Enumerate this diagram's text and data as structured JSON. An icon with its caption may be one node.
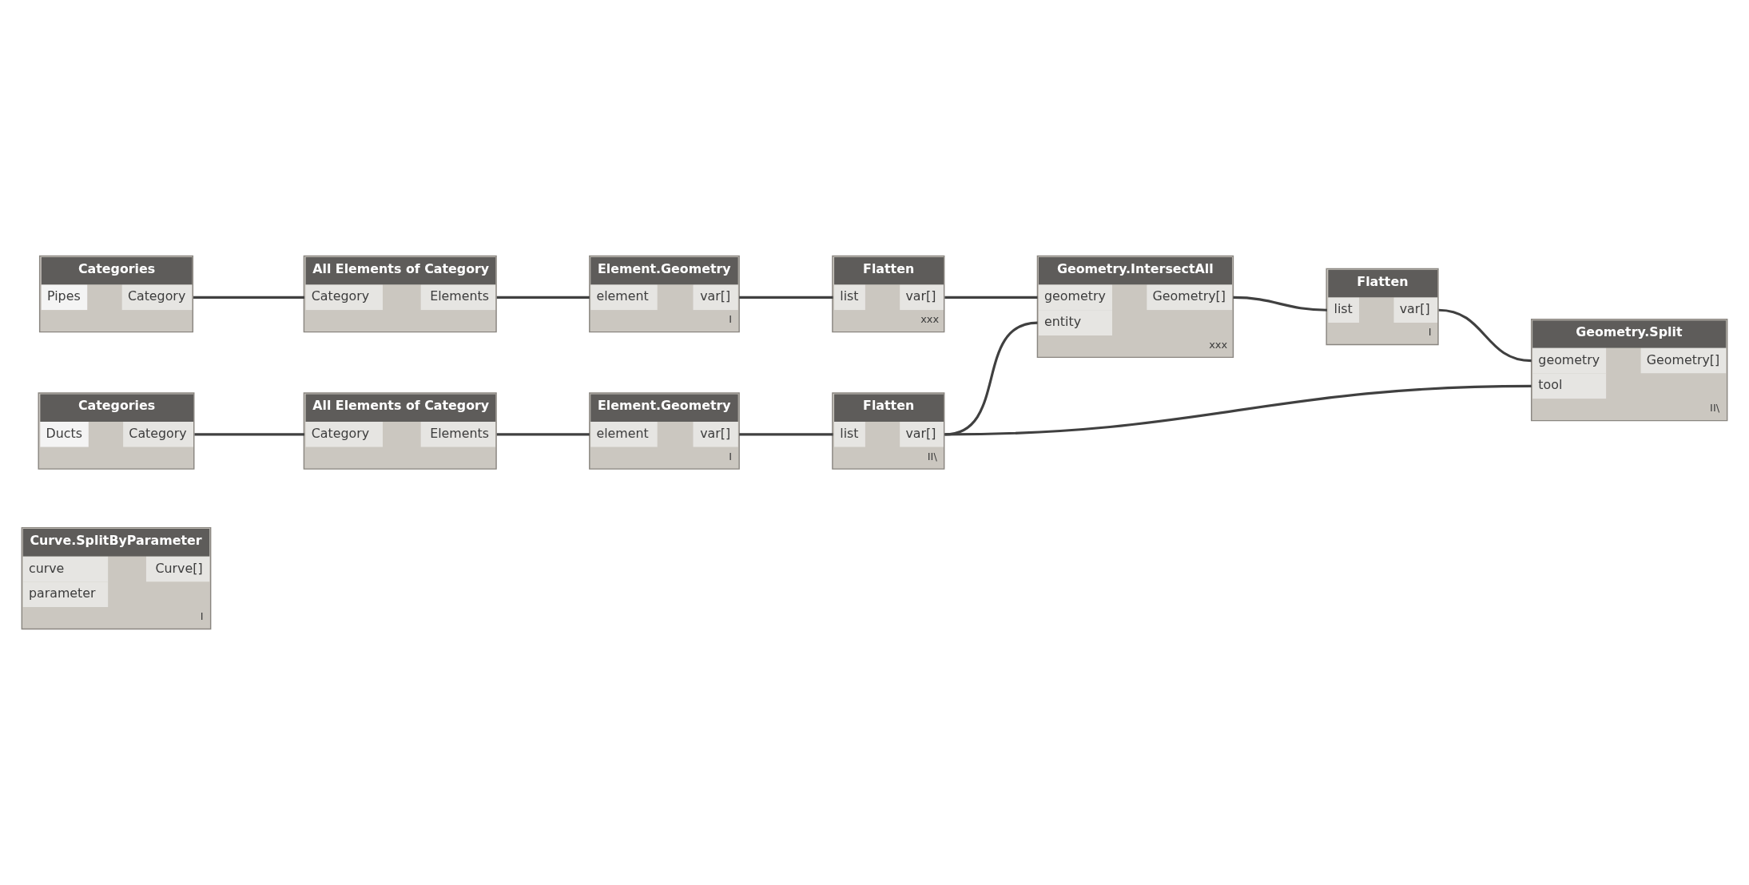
{
  "diagram": {
    "nodes": [
      {
        "text": [
          "Curve.SplitByParameter",
          "curve",
          "parameter",
          "Curve[]",
          "I"
        ]
      },
      {
        "text": [
          "Categories",
          "Pipes",
          "Category"
        ]
      },
      {
        "text": [
          "All Elements of Category",
          "Category",
          "Elements"
        ]
      },
      {
        "text": [
          "Element.Geometry",
          "element",
          "var[]",
          "I"
        ]
      },
      {
        "text": [
          "Flatten",
          "list",
          "var[]",
          "xxx"
        ]
      },
      {
        "text": [
          "Geometry.IntersectAll",
          "geometry",
          "entity",
          "Geometry[]",
          "xxx"
        ]
      },
      {
        "text": [
          "Flatten",
          "list",
          "var[]",
          "I"
        ]
      },
      {
        "text": [
          "Geometry.Split",
          "geometry",
          "tool",
          "Geometry[]",
          "II\\"
        ]
      },
      {
        "text": [
          "Categories",
          "Ducts",
          "Category"
        ]
      },
      {
        "text": [
          "All Elements of Category",
          "Category",
          "Elements"
        ]
      },
      {
        "text": [
          "Element.Geometry",
          "element",
          "var[]",
          "I"
        ]
      },
      {
        "text": [
          "Flatten",
          "list",
          "var[]",
          "II\\"
        ]
      }
    ],
    "edges": [
      {
        "from": 1,
        "to": 2,
        "arrow": "none"
      },
      {
        "from": 2,
        "to": 3,
        "arrow": "none"
      },
      {
        "from": 3,
        "to": 4,
        "arrow": "none"
      },
      {
        "from": 4,
        "to": 5,
        "arrow": "none"
      },
      {
        "from": 5,
        "to": 6,
        "arrow": "none"
      },
      {
        "from": 6,
        "to": 7,
        "arrow": "none"
      },
      {
        "from": 8,
        "to": 9,
        "arrow": "none"
      },
      {
        "from": 9,
        "to": 10,
        "arrow": "none"
      },
      {
        "from": 10,
        "to": 11,
        "arrow": "none"
      },
      {
        "from": 11,
        "to": 5,
        "arrow": "none"
      },
      {
        "from": 11,
        "to": 7,
        "arrow": "none"
      }
    ]
  }
}
